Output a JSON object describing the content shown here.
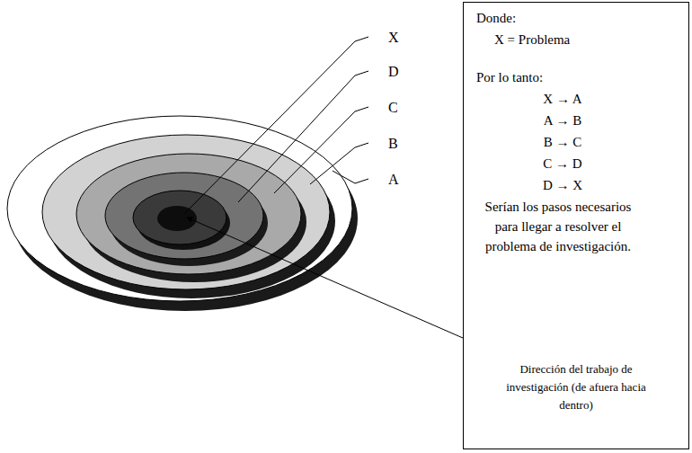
{
  "diagram": {
    "nodes": [
      {
        "text": [
          "Donde:",
          "X = Problema",
          "Por lo tanto:",
          "X → A",
          "A → B",
          "B → C",
          "C → D",
          "D → X",
          "Serían los pasos necesarios para llegar a resolver el problema de investigación.",
          "Dirección del trabajo de investigación (de afuera hacia dentro)"
        ]
      }
    ],
    "labels": [
      "X",
      "D",
      "C",
      "B",
      "A"
    ]
  }
}
